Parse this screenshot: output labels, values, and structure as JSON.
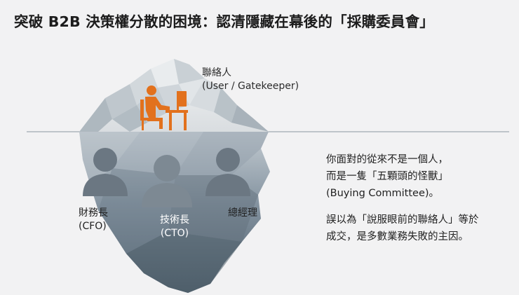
{
  "title": "突破 B2B 決策權分散的困境：認清隱藏在幕後的「採購委員會」",
  "tip": {
    "role_zh": "聯絡人",
    "role_en": "(User / Gatekeeper)"
  },
  "submerged": {
    "cfo": {
      "zh": "財務長",
      "en": "(CFO)"
    },
    "cto": {
      "zh": "技術長",
      "en": "(CTO)"
    },
    "ceo": {
      "zh": "總經理"
    }
  },
  "side_text": {
    "p1": [
      "你面對的從來不是一個人，",
      "而是一隻「五顆頭的怪獸」",
      "(Buying Committee)。"
    ],
    "p2": [
      "誤以為「說服眼前的聯絡人」等於",
      "成交，是多數業務失敗的主因。"
    ]
  },
  "colors": {
    "accent": "#e2711d",
    "iceberg_below": "#5f6f7c",
    "silhouette": "#6b7782"
  }
}
